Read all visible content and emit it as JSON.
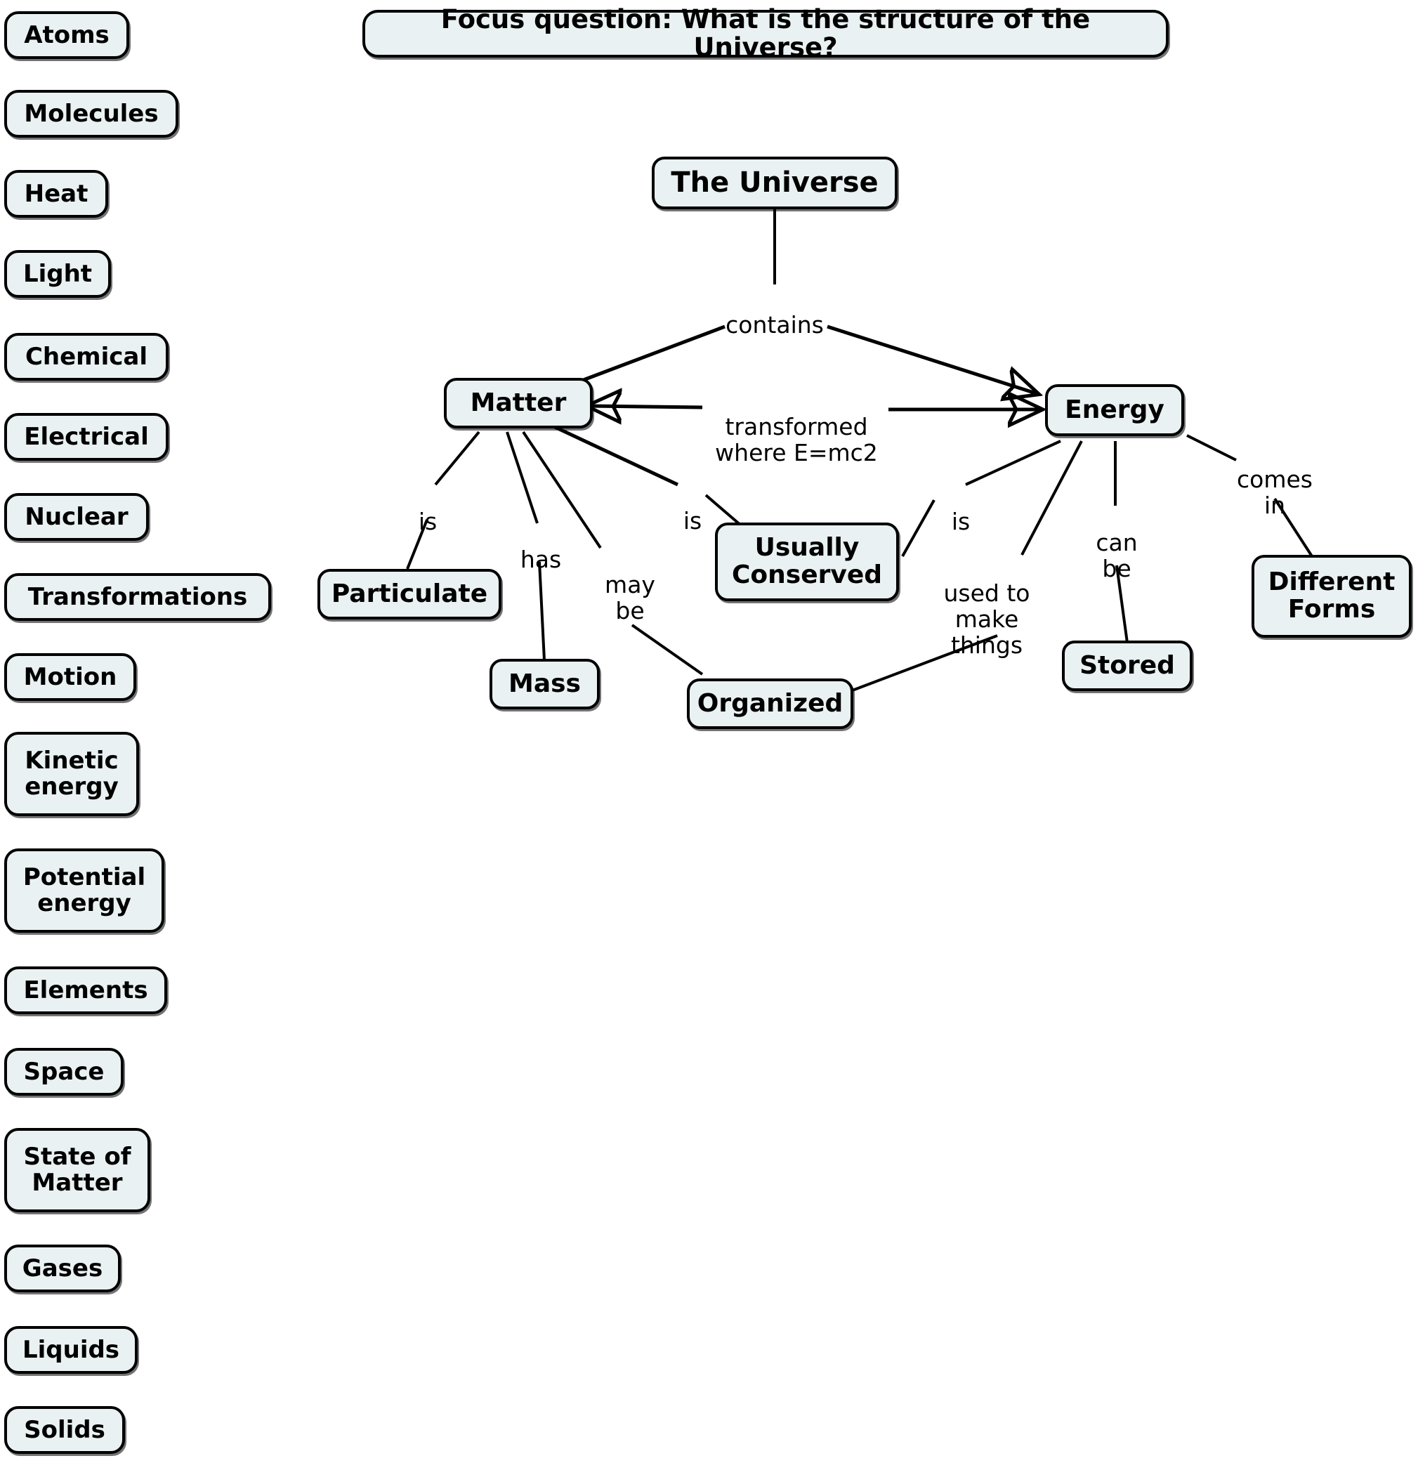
{
  "focus": {
    "text": "Focus question: What is the structure of the Universe?"
  },
  "colors": {
    "node_fill": "#eaf1f2",
    "node_border": "#000000",
    "text": "#000000",
    "background": "#ffffff"
  },
  "concept_bank": {
    "items": [
      {
        "label": "Atoms"
      },
      {
        "label": "Molecules"
      },
      {
        "label": "Heat"
      },
      {
        "label": "Light"
      },
      {
        "label": "Chemical"
      },
      {
        "label": "Electrical"
      },
      {
        "label": "Nuclear"
      },
      {
        "label": "Transformations"
      },
      {
        "label": "Motion"
      },
      {
        "label": "Kinetic\nenergy"
      },
      {
        "label": "Potential\nenergy"
      },
      {
        "label": "Elements"
      },
      {
        "label": "Space"
      },
      {
        "label": "State of\nMatter"
      },
      {
        "label": "Gases"
      },
      {
        "label": "Liquids"
      },
      {
        "label": "Solids"
      }
    ]
  },
  "map": {
    "nodes": [
      {
        "id": "universe",
        "label": "The Universe"
      },
      {
        "id": "matter",
        "label": "Matter"
      },
      {
        "id": "energy",
        "label": "Energy"
      },
      {
        "id": "particulate",
        "label": "Particulate"
      },
      {
        "id": "mass",
        "label": "Mass"
      },
      {
        "id": "organized",
        "label": "Organized"
      },
      {
        "id": "usually_conserved",
        "label": "Usually\nConserved"
      },
      {
        "id": "stored",
        "label": "Stored"
      },
      {
        "id": "different_forms",
        "label": "Different\nForms"
      }
    ],
    "links": [
      {
        "id": "contains",
        "label": "contains",
        "from": "universe",
        "to": "matter / energy"
      },
      {
        "id": "transformed",
        "label": "transformed\nwhere E=mc2",
        "from": "matter",
        "to": "energy"
      },
      {
        "id": "matter_is",
        "label": "is",
        "from": "matter",
        "to": "particulate"
      },
      {
        "id": "matter_has",
        "label": "has",
        "from": "matter",
        "to": "mass"
      },
      {
        "id": "matter_maybe",
        "label": "may\nbe",
        "from": "matter",
        "to": "organized"
      },
      {
        "id": "matter_is2",
        "label": "is",
        "from": "matter",
        "to": "usually_conserved"
      },
      {
        "id": "energy_is",
        "label": "is",
        "from": "energy",
        "to": "usually_conserved"
      },
      {
        "id": "energy_used",
        "label": "used to\nmake\nthings",
        "from": "energy",
        "to": "organized"
      },
      {
        "id": "energy_canbe",
        "label": "can\nbe",
        "from": "energy",
        "to": "stored"
      },
      {
        "id": "energy_comesin",
        "label": "comes\nin",
        "from": "energy",
        "to": "different_forms"
      }
    ]
  }
}
